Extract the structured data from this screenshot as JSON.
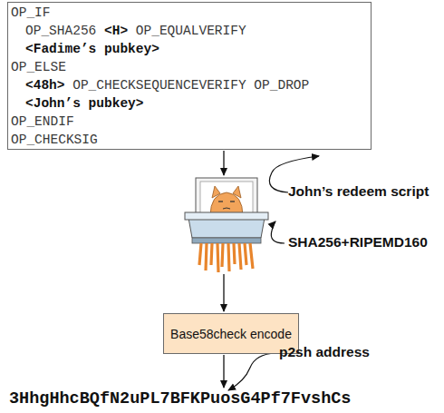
{
  "diagram": {
    "nodes": [
      {
        "text": [
          "OP_IF",
          "OP_SHA256",
          "<H>",
          "OP_EQUALVERIFY",
          "<Fadime’s pubkey>",
          "OP_ELSE",
          "<48h>",
          "OP_CHECKSEQUENCEVERIFY OP_DROP",
          "<John’s pubkey>",
          "OP_ENDIF",
          "OP_CHECKSIG"
        ]
      },
      {
        "text": [
          "Base58check encode"
        ]
      }
    ],
    "labels": [
      "John’s redeem script",
      "SHA256+RIPEMD160",
      "p2sh address",
      "3HhgHhcBQfN2uPL7BFKPuosG4Pf7FvshCs"
    ]
  }
}
